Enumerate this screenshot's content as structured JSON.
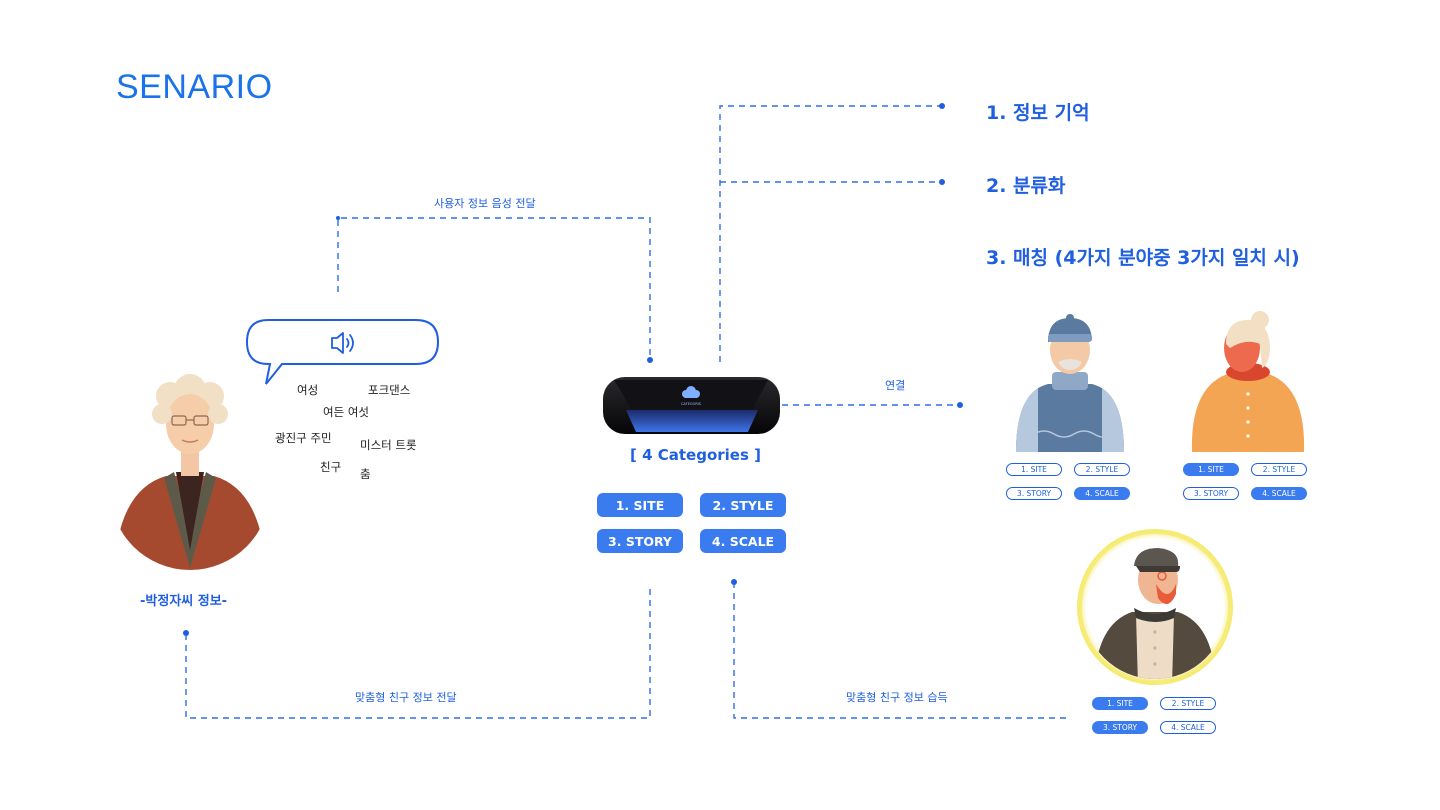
{
  "title": "SENARIO",
  "steps": [
    "1. 정보 기억",
    "2. 분류화",
    "3. 매칭 (4가지 분야중 3가지 일치 시)"
  ],
  "flow_labels": {
    "voice_send": "사용자 정보 음성 전달",
    "connect": "연결",
    "custom_send": "맞춤형 친구 정보 전달",
    "custom_get": "맞춤형 친구 정보 습득"
  },
  "keywords": [
    "여성",
    "포크댄스",
    "여든 여섯",
    "광진구 주민",
    "미스터 트롯",
    "친구",
    "춤"
  ],
  "user_caption": "-박정자씨 정보-",
  "device_brand": "CATEGORIS",
  "categories_title": "[ 4 Categories ]",
  "categories": [
    "1. SITE",
    "2. STYLE",
    "3. STORY",
    "4. SCALE"
  ],
  "matches": [
    {
      "tags": [
        "1. SITE",
        "2. STYLE",
        "3. STORY",
        "4. SCALE"
      ],
      "active": [
        false,
        false,
        false,
        true
      ]
    },
    {
      "tags": [
        "1. SITE",
        "2. STYLE",
        "3. STORY",
        "4. SCALE"
      ],
      "active": [
        true,
        false,
        false,
        true
      ]
    },
    {
      "tags": [
        "1. SITE",
        "2. STYLE",
        "3. STORY",
        "4. SCALE"
      ],
      "active": [
        true,
        false,
        true,
        false
      ]
    }
  ],
  "colors": {
    "accent": "#1f5fe0",
    "pill": "#3a7bf0",
    "title": "#1a73e8",
    "glow": "#f5e96a"
  },
  "icons": [
    "speaker-icon",
    "cloud-icon"
  ]
}
